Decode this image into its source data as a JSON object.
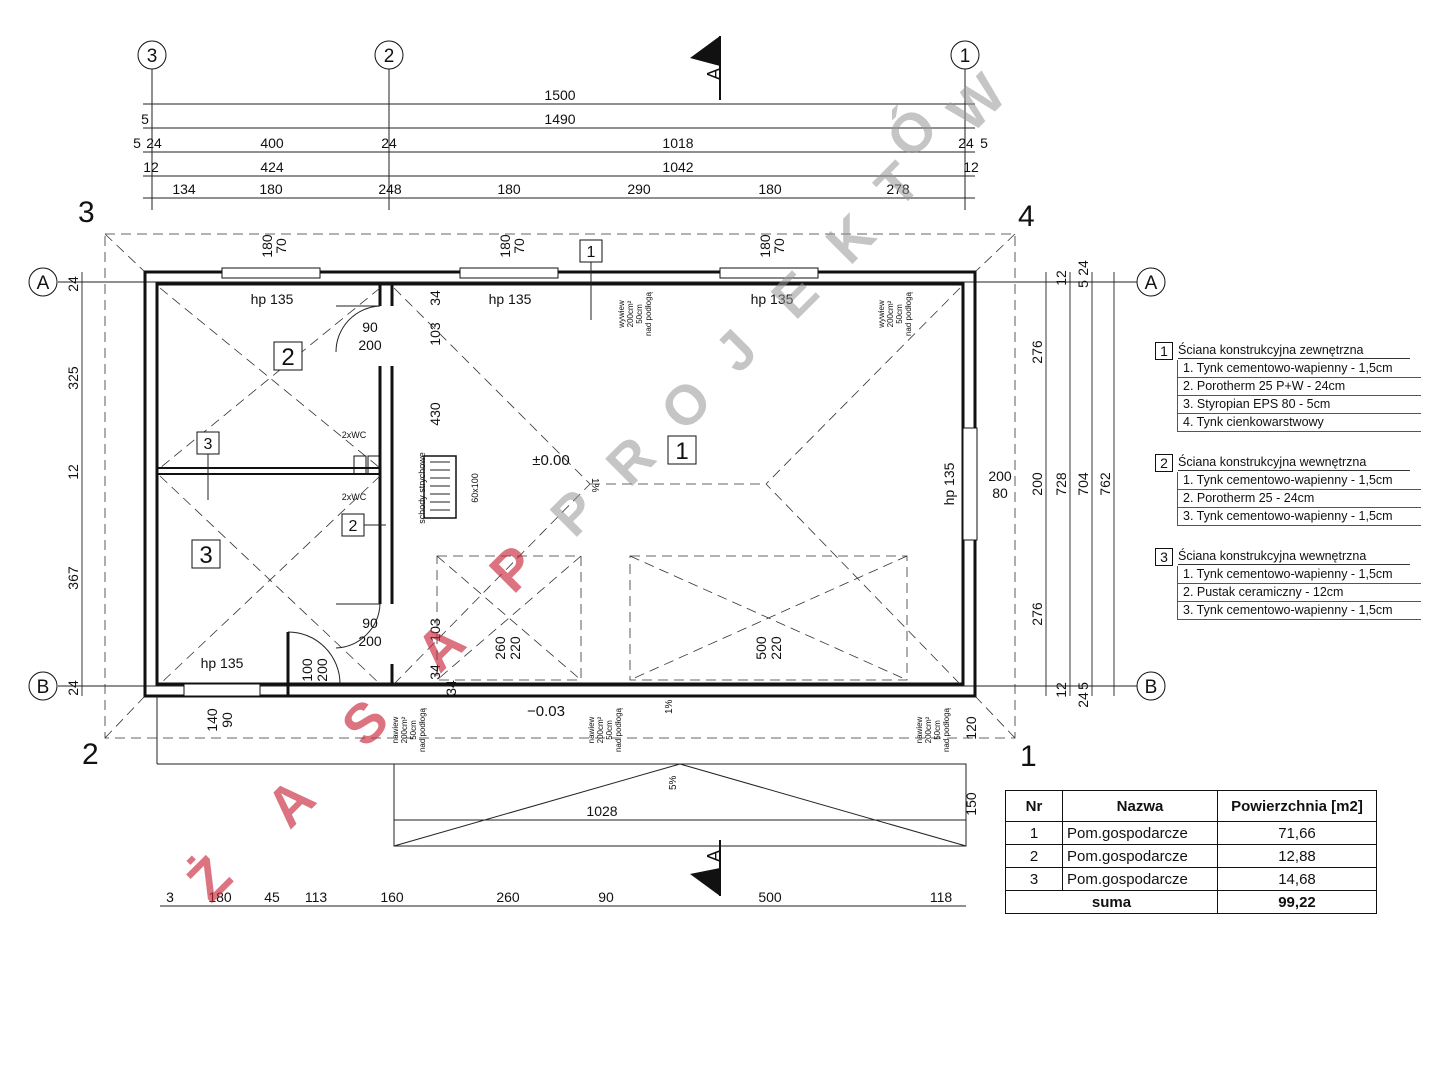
{
  "axes": {
    "top": [
      "3",
      "2",
      "1"
    ],
    "left": [
      "A",
      "B"
    ],
    "right": [
      "A",
      "B"
    ]
  },
  "corners": [
    "3",
    "4",
    "2",
    "1"
  ],
  "section_mark": "A",
  "dims_top": {
    "row1": [
      "1500"
    ],
    "row2": [
      "5",
      "1490"
    ],
    "row3": [
      "5",
      "24",
      "400",
      "24",
      "1018",
      "24",
      "5"
    ],
    "row4": [
      "12",
      "424",
      "1042",
      "12"
    ],
    "row5": [
      "134",
      "180",
      "248",
      "180",
      "290",
      "180",
      "278"
    ]
  },
  "dims_left": [
    "24",
    "325",
    "12",
    "367",
    "24"
  ],
  "dims_right": {
    "col1": [
      "276",
      "200",
      "276"
    ],
    "col2": [
      "12",
      "728",
      "12"
    ],
    "col3": [
      "24",
      "5",
      "704",
      "5",
      "24"
    ],
    "col4": [
      "762"
    ],
    "window": [
      "200",
      "80"
    ]
  },
  "dims_bottom": [
    "3",
    "180",
    "45",
    "113",
    "160",
    "260",
    "90",
    "500",
    "118"
  ],
  "window_labels": {
    "w180": "180",
    "w70": "70",
    "hp": "hp 135",
    "w140": "140",
    "w90": "90",
    "d90": "90",
    "d200": "200",
    "d100": "100",
    "d260": "260",
    "d220": "220",
    "d500": "500",
    "w103": "103",
    "w430": "430",
    "w34": "34",
    "w120": "120",
    "w150": "150"
  },
  "vent_label": {
    "l1": "wywiew",
    "l2": "200cm²",
    "l3": "50cm",
    "l4": "nad podłogą"
  },
  "intake_label": {
    "l1": "nawiew",
    "l2": "200cm²",
    "l3": "50cm",
    "l4": "nad podłogą"
  },
  "level_zero": "±0.00",
  "level_minus": "−0.03",
  "slope": "1%",
  "slope5": "5%",
  "wc_label": "2xWC",
  "stairs_label": "schody strychowe",
  "stairs_size": "60x100",
  "terrace_len": "1028",
  "room_numbers": [
    "1",
    "2",
    "3"
  ],
  "wall_types": [
    "1",
    "2",
    "3"
  ],
  "legend": [
    {
      "no": "1",
      "title": "Ściana konstrukcyjna zewnętrzna",
      "layers": [
        "1. Tynk cementowo-wapienny - 1,5cm",
        "2. Porotherm 25 P+W - 24cm",
        "3. Styropian EPS 80 - 5cm",
        "4. Tynk cienkowarstwowy"
      ]
    },
    {
      "no": "2",
      "title": "Ściana konstrukcyjna wewnętrzna",
      "layers": [
        "1. Tynk cementowo-wapienny - 1,5cm",
        "2. Porotherm 25  - 24cm",
        "3. Tynk cementowo-wapienny - 1,5cm"
      ]
    },
    {
      "no": "3",
      "title": "Ściana konstrukcyjna wewnętrzna",
      "layers": [
        "1. Tynk cementowo-wapienny - 1,5cm",
        "2. Pustak ceramiczny  - 12cm",
        "3. Tynk cementowo-wapienny - 1,5cm"
      ]
    }
  ],
  "table": {
    "headers": [
      "Nr",
      "Nazwa",
      "Powierzchnia [m2]"
    ],
    "rows": [
      [
        "1",
        "Pom.gospodarcze",
        "71,66"
      ],
      [
        "2",
        "Pom.gospodarcze",
        "12,88"
      ],
      [
        "3",
        "Pom.gospodarcze",
        "14,68"
      ]
    ],
    "sum_label": "suma",
    "sum_value": "99,22"
  },
  "watermark": {
    "gray": [
      "P",
      "R",
      "O",
      "J",
      "E",
      "K",
      "T",
      "Ó",
      "W"
    ],
    "red": [
      "P",
      "A",
      "S",
      "A",
      "Ż"
    ]
  }
}
